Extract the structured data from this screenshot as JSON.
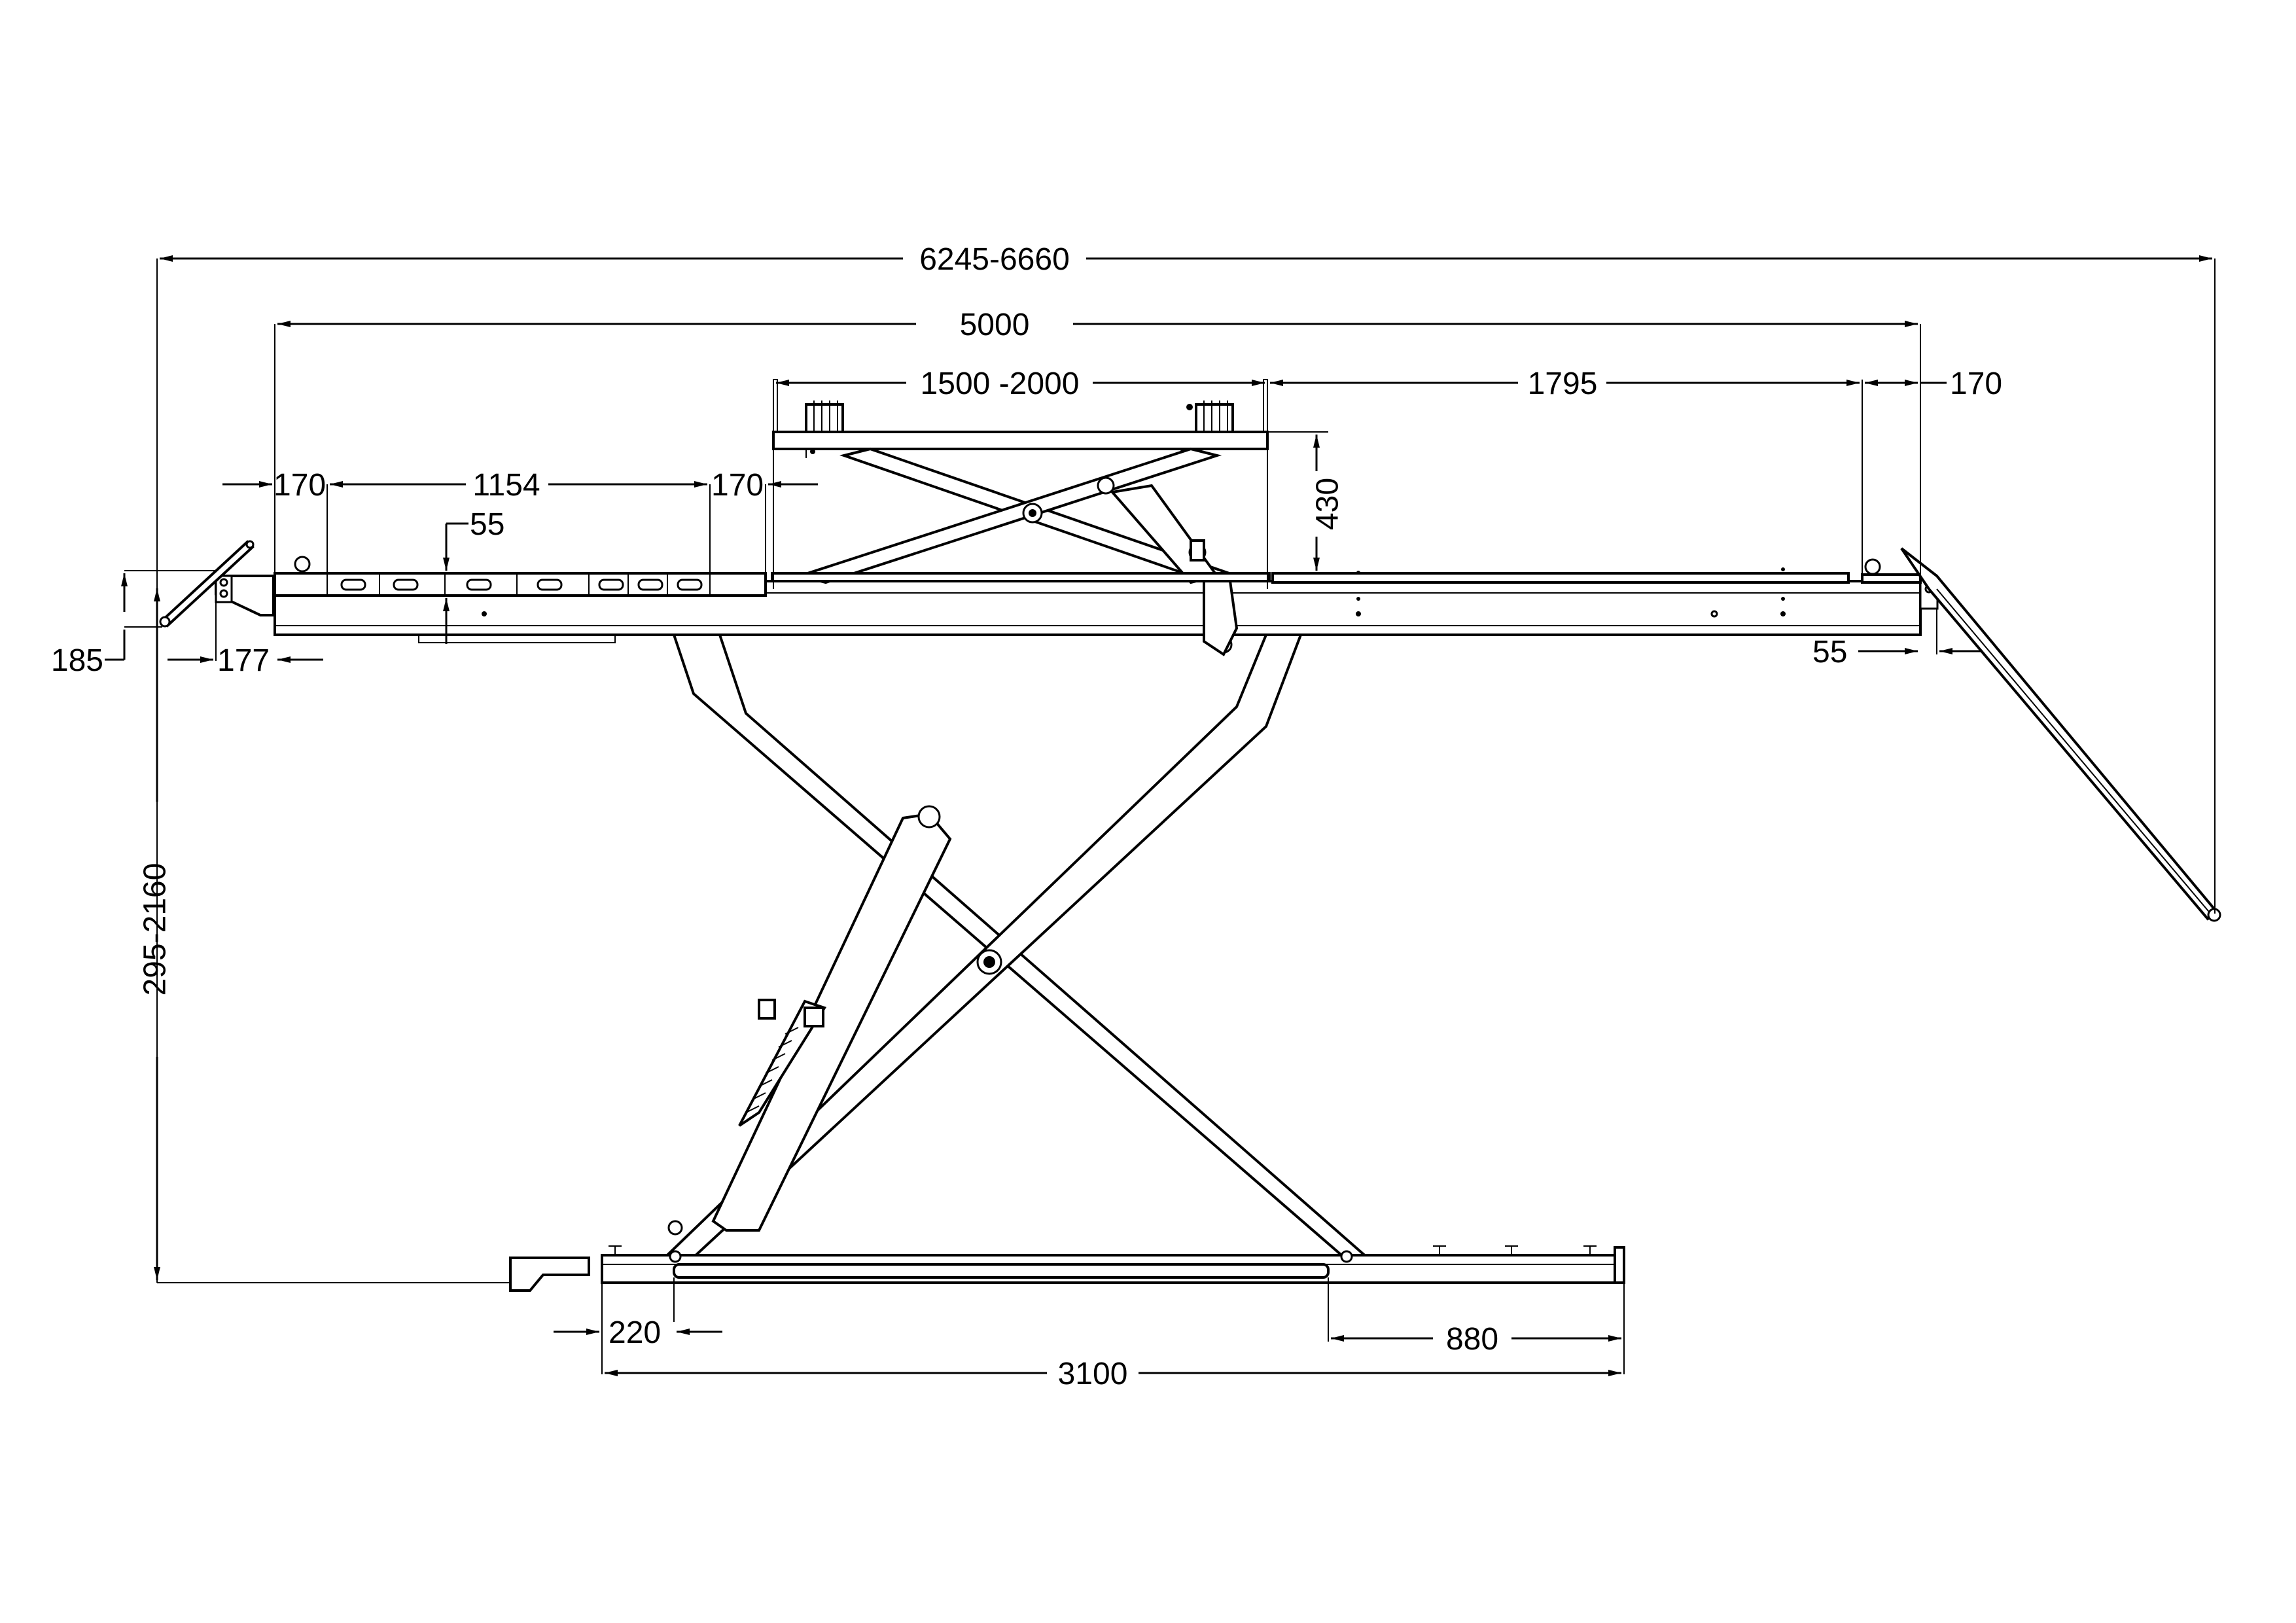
{
  "drawing": {
    "colors": {
      "line": "#000000",
      "background": "#ffffff"
    },
    "dimensions": {
      "overall_length": "6245-6660",
      "platform_length": "5000",
      "extension_length": "1500 -2000",
      "rear_length": "1795",
      "rear_end": "170",
      "front_end_left": "170",
      "slot_span": "1154",
      "front_end_right": "170",
      "slot_depth": "55",
      "extension_height": "430",
      "ramp_rise": "185",
      "ramp_offset": "177",
      "rear_step": "55",
      "height_range": "295-2160",
      "base_offset": "220",
      "base_rear": "880",
      "base_length": "3100"
    }
  }
}
